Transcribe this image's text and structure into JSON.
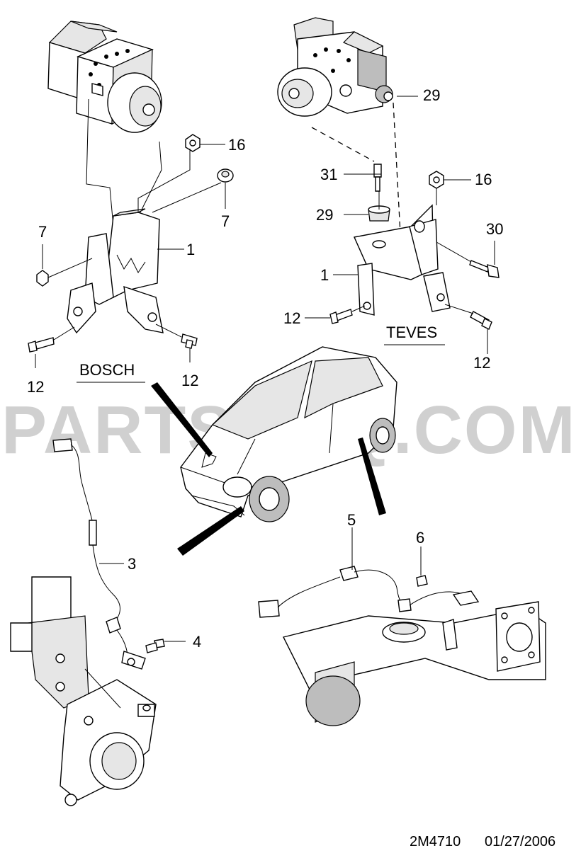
{
  "watermark": "PARTSOUQ.COM",
  "sections": {
    "bosch": "BOSCH",
    "teves": "TEVES"
  },
  "callouts": {
    "bosch_16": "16",
    "bosch_7a": "7",
    "bosch_1": "1",
    "bosch_7b": "7",
    "bosch_12a": "12",
    "bosch_12b": "12",
    "teves_29a": "29",
    "teves_31": "31",
    "teves_16": "16",
    "teves_29b": "29",
    "teves_30": "30",
    "teves_1": "1",
    "teves_12a": "12",
    "teves_12b": "12",
    "front_sensor_3": "3",
    "front_bolt_4": "4",
    "rear_sensor_5": "5",
    "rear_bolt_6": "6"
  },
  "footer": {
    "code": "2M4710",
    "date": "01/27/2006"
  }
}
